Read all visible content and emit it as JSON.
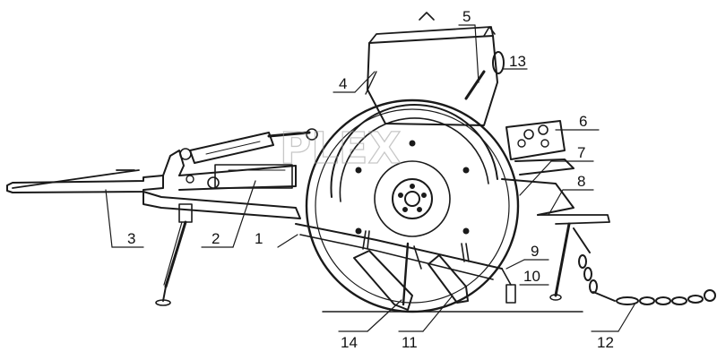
{
  "diagram": {
    "callouts": [
      {
        "id": "1",
        "label": "1"
      },
      {
        "id": "2",
        "label": "2"
      },
      {
        "id": "3",
        "label": "3"
      },
      {
        "id": "4",
        "label": "4"
      },
      {
        "id": "5",
        "label": "5"
      },
      {
        "id": "6",
        "label": "6"
      },
      {
        "id": "7",
        "label": "7"
      },
      {
        "id": "8",
        "label": "8"
      },
      {
        "id": "9",
        "label": "9"
      },
      {
        "id": "10",
        "label": "10"
      },
      {
        "id": "11",
        "label": "11"
      },
      {
        "id": "12",
        "label": "12"
      },
      {
        "id": "13",
        "label": "13"
      },
      {
        "id": "14",
        "label": "14"
      }
    ],
    "watermark": "PLEX"
  },
  "colors": {
    "ink": "#1a1a1a",
    "background": "#ffffff",
    "watermark": "#9a9a9a"
  }
}
